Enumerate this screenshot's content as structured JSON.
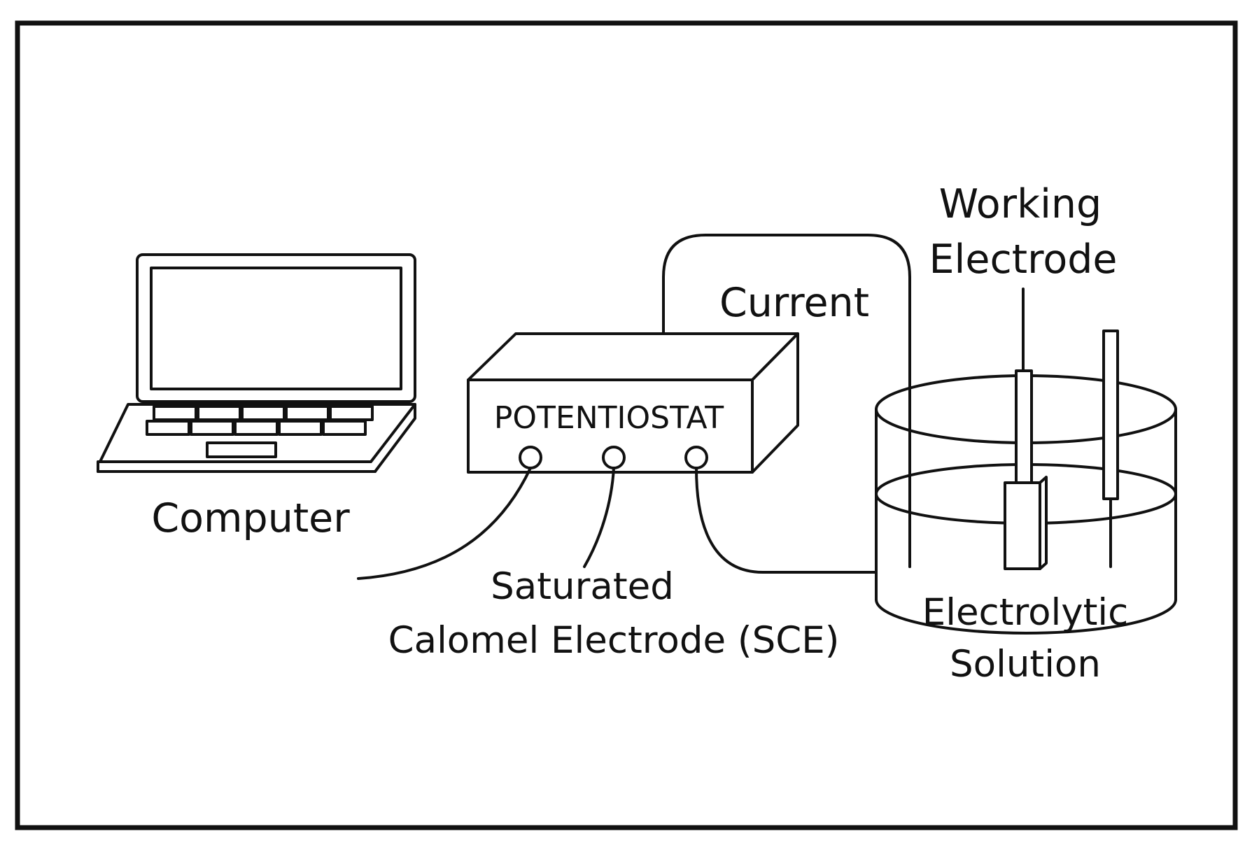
{
  "labels": {
    "computer": "Computer",
    "potentiostat": "POTENTIOSTAT",
    "current": "Current",
    "working_electrode_line1": "Working",
    "working_electrode_line2": "Electrode",
    "sce_line1": "Saturated",
    "sce_line2": "Calomel Electrode (SCE)",
    "electrolytic_line1": "Electrolytic",
    "electrolytic_line2": "Solution"
  },
  "colors": {
    "stroke": "#111111",
    "background": "#ffffff"
  }
}
